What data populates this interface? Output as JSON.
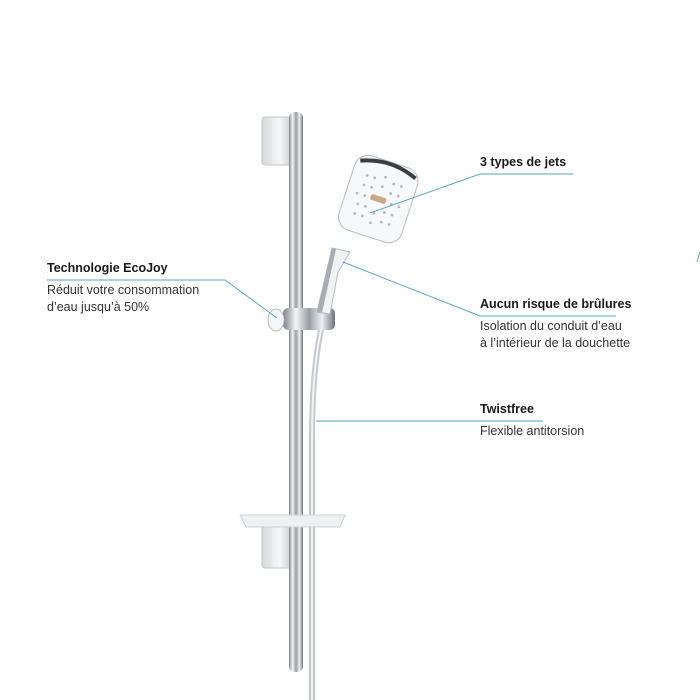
{
  "callouts": {
    "jets": {
      "title": "3 types de jets"
    },
    "ecojoy": {
      "title": "Technologie EcoJoy",
      "line1": "Réduit votre consommation",
      "line2": "d’eau jusqu’à 50%"
    },
    "burn": {
      "title": "Aucun risque de brûlures",
      "line1": "Isolation du conduit d’eau",
      "line2": "à l’intérieur de la douchette"
    },
    "twist": {
      "title": "Twistfree",
      "line1": "Flexible antitorsion"
    }
  },
  "colors": {
    "leader_line": "#5aa7b8",
    "chrome": "#b9bcc0",
    "white_parts": "#f3f4f5"
  }
}
